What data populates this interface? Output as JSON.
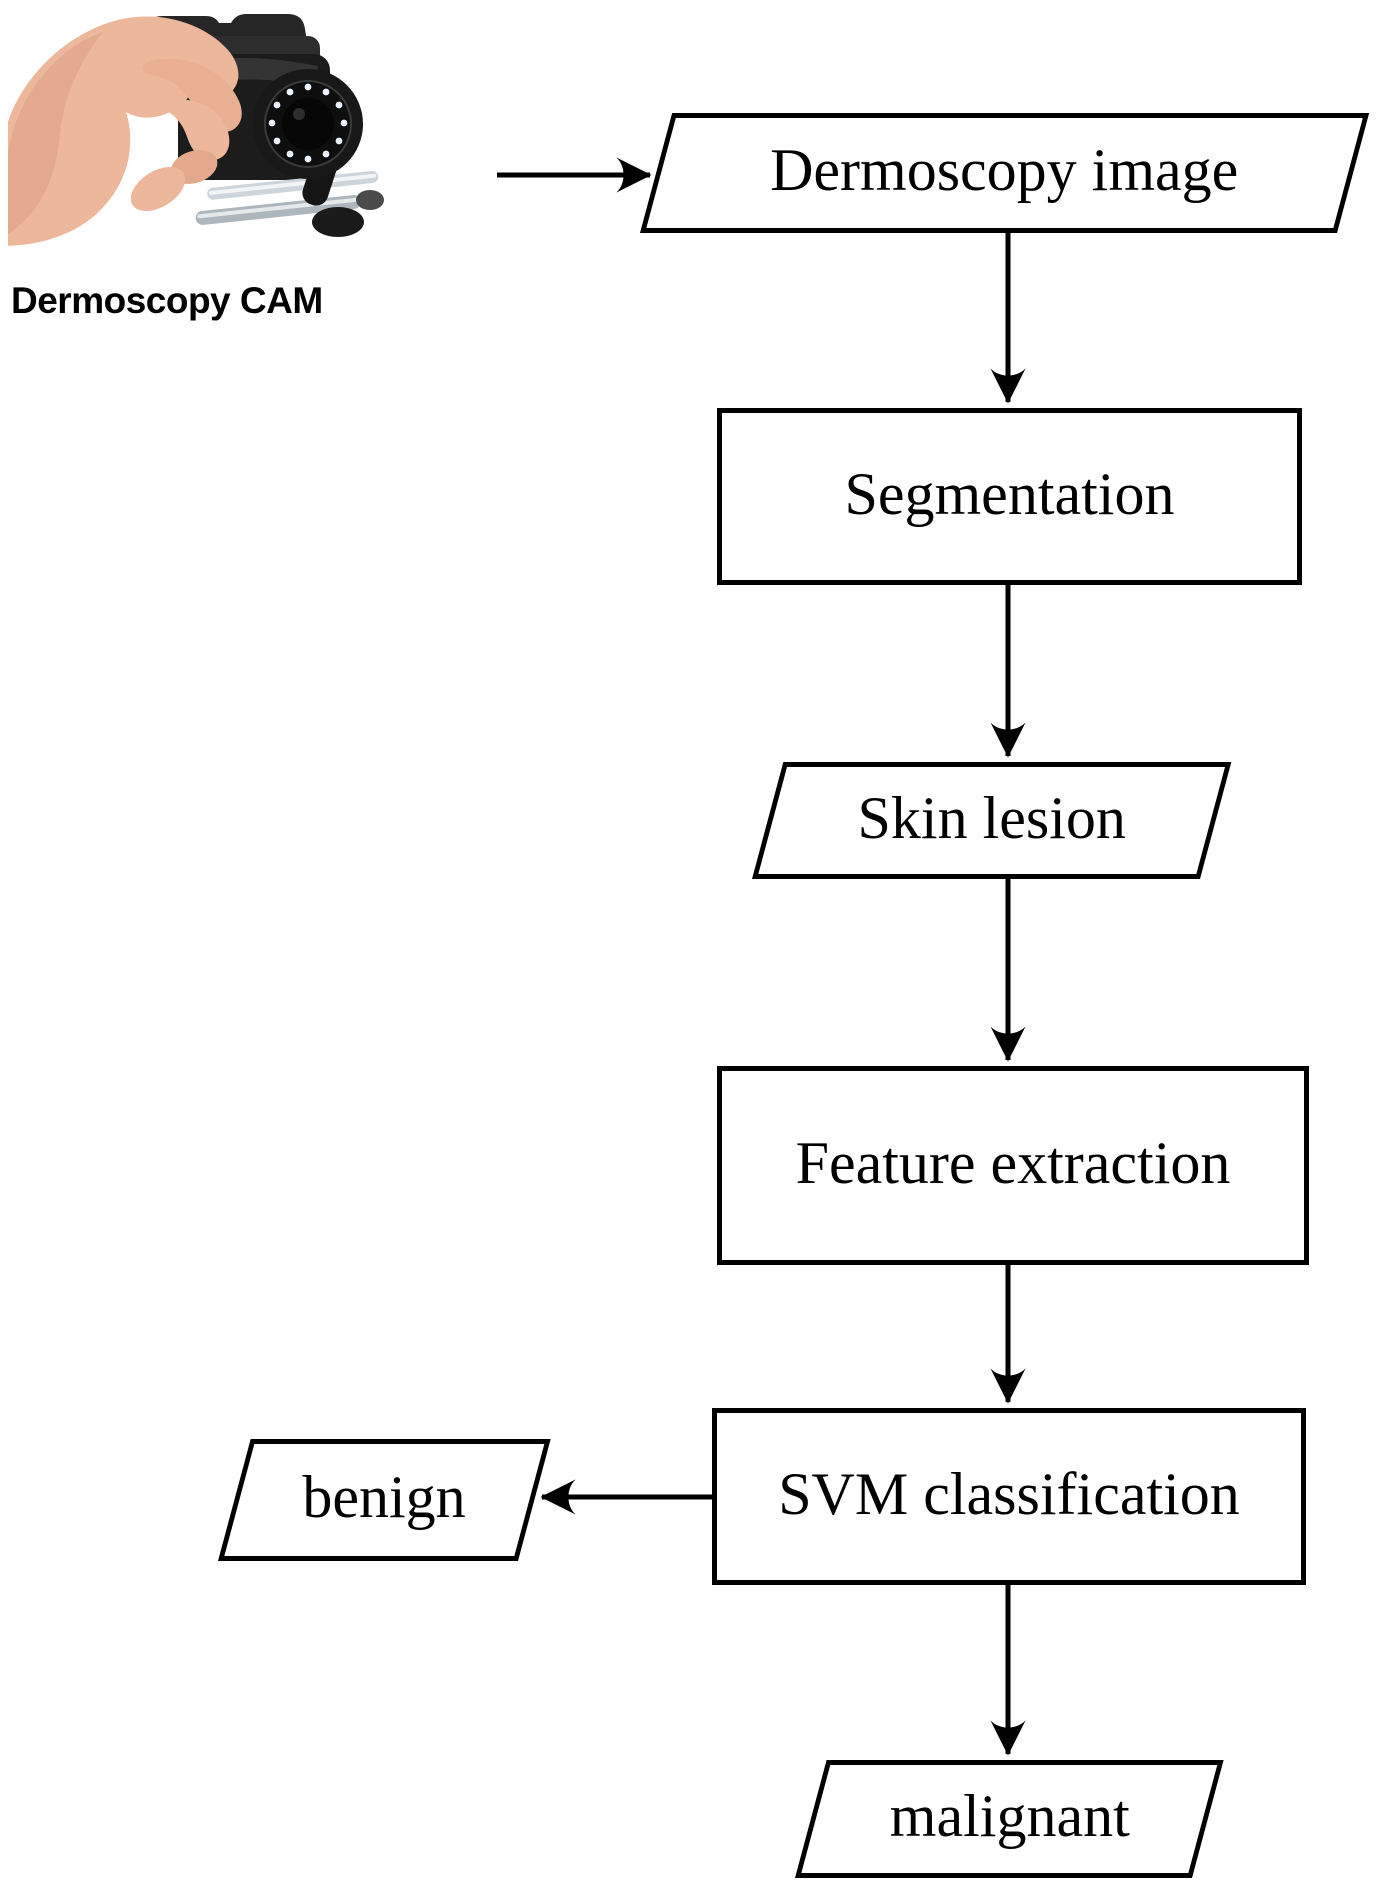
{
  "caption": "Dermoscopy CAM",
  "photo": {
    "description": "hand holding dermoscopy camera"
  },
  "nodes": {
    "dermoscopy_image": {
      "label": "Dermoscopy image",
      "shape": "parallelogram"
    },
    "segmentation": {
      "label": "Segmentation",
      "shape": "rectangle"
    },
    "skin_lesion": {
      "label": "Skin lesion",
      "shape": "parallelogram"
    },
    "feature_extraction": {
      "label": "Feature extraction",
      "shape": "rectangle"
    },
    "svm_classification": {
      "label": "SVM classification",
      "shape": "rectangle"
    },
    "benign": {
      "label": "benign",
      "shape": "parallelogram"
    },
    "malignant": {
      "label": "malignant",
      "shape": "parallelogram"
    }
  },
  "edges": [
    {
      "from": "dermoscopy_cam_photo",
      "to": "dermoscopy_image"
    },
    {
      "from": "dermoscopy_image",
      "to": "segmentation"
    },
    {
      "from": "segmentation",
      "to": "skin_lesion"
    },
    {
      "from": "skin_lesion",
      "to": "feature_extraction"
    },
    {
      "from": "feature_extraction",
      "to": "svm_classification"
    },
    {
      "from": "svm_classification",
      "to": "benign"
    },
    {
      "from": "svm_classification",
      "to": "malignant"
    }
  ],
  "colors": {
    "stroke": "#000000",
    "background": "#ffffff"
  }
}
